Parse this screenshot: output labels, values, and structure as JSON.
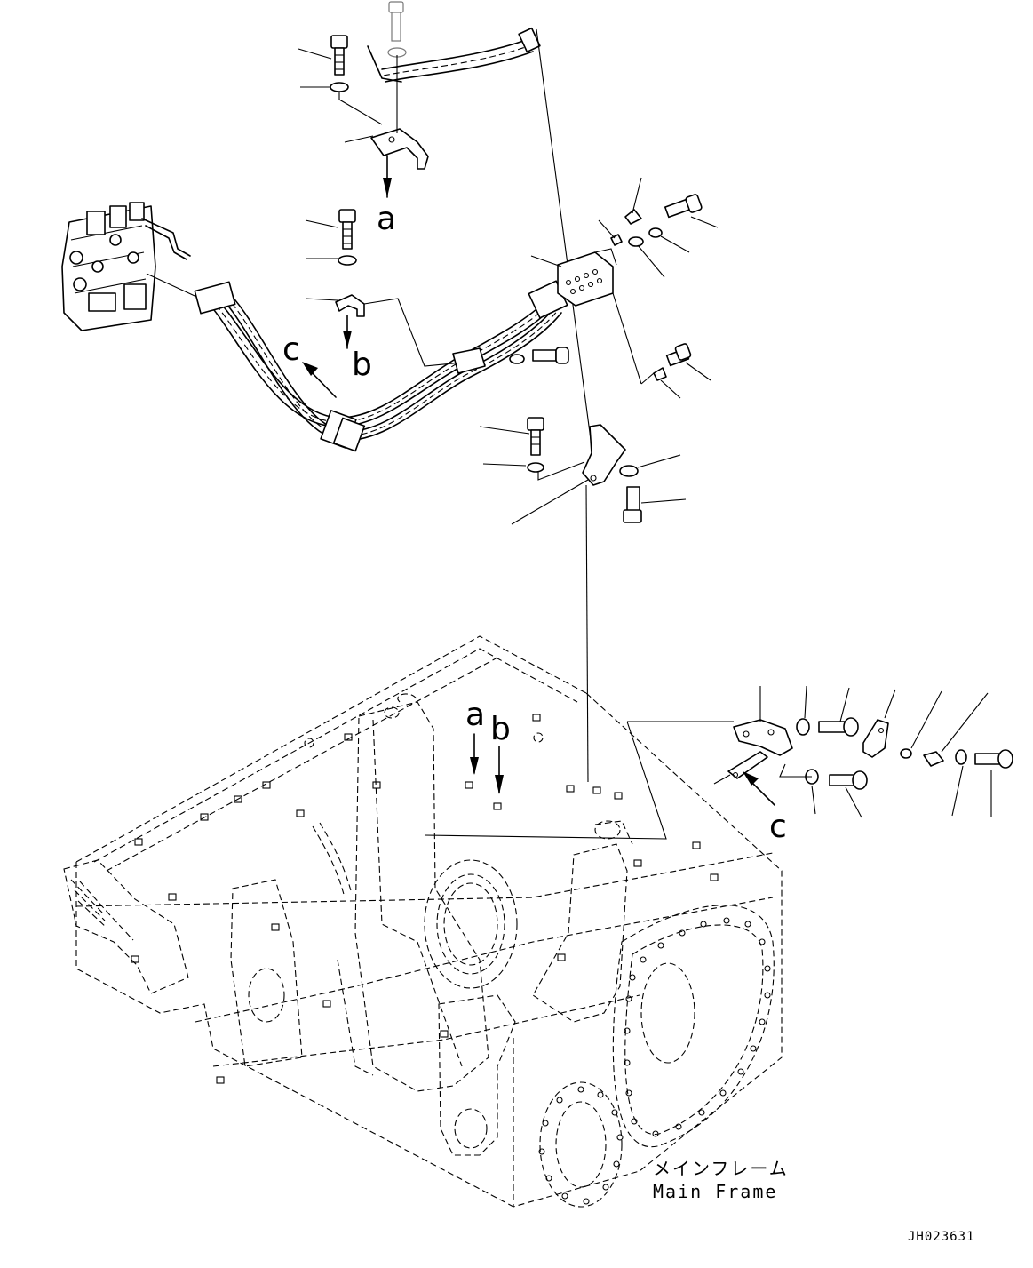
{
  "callouts": {
    "a": "a",
    "b": "b",
    "c": "c"
  },
  "frame_label": {
    "japanese": "メインフレーム",
    "english": "Main Frame"
  },
  "drawing_code": "JH023631"
}
